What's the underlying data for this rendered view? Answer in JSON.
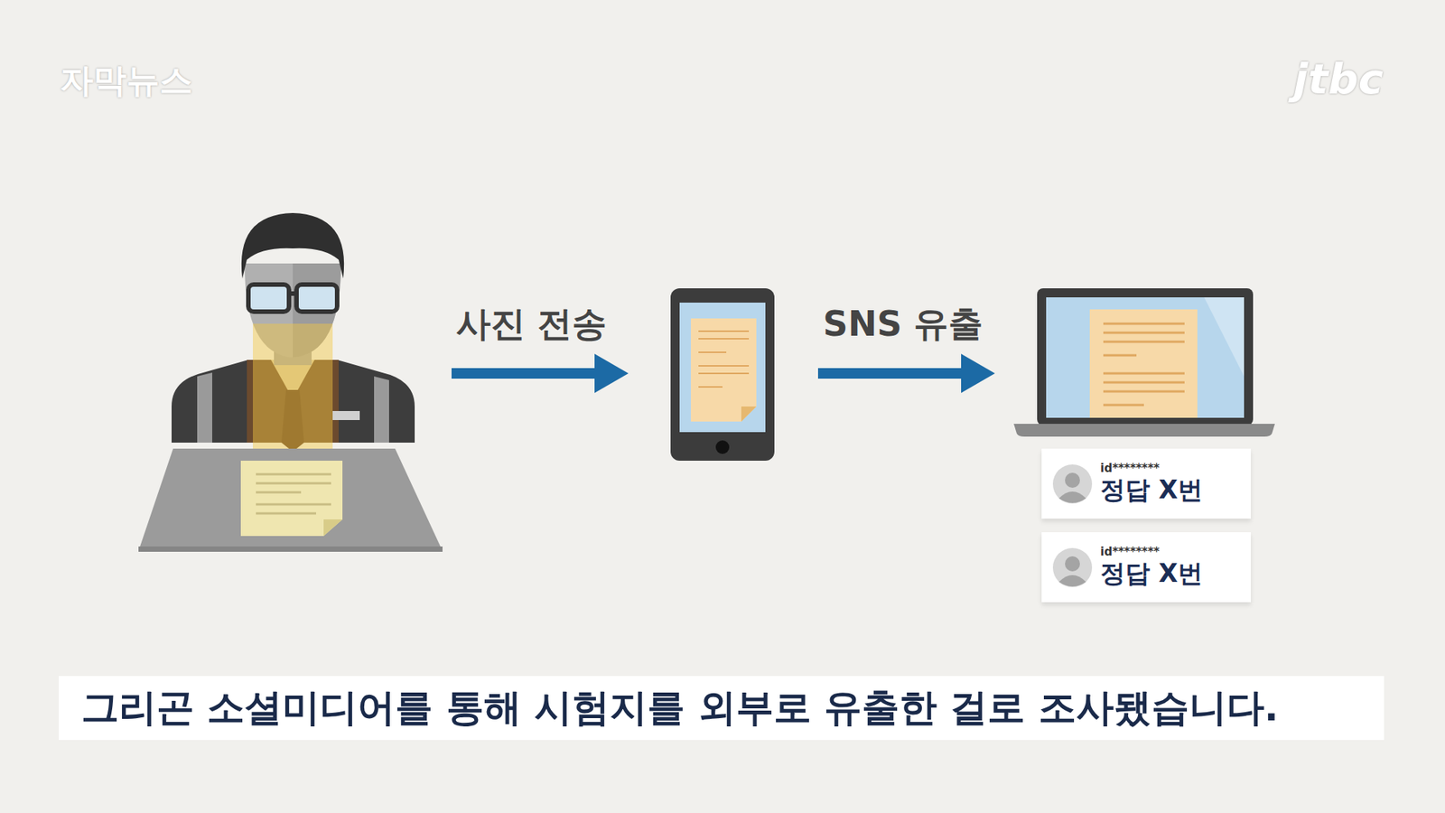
{
  "diagram": {
    "caption": "그리곤 소셜미디어를 통해 시험지를 외부로 유출한 걸로 조사됐습니다.",
    "nodes": [
      {
        "text": [
          "id********",
          "정답 X번"
        ]
      },
      {
        "text": [
          "id********",
          "정답 X번"
        ]
      }
    ],
    "labels": [
      "자막뉴스",
      "jtbc",
      "사진 전송",
      "SNS 유출"
    ]
  }
}
